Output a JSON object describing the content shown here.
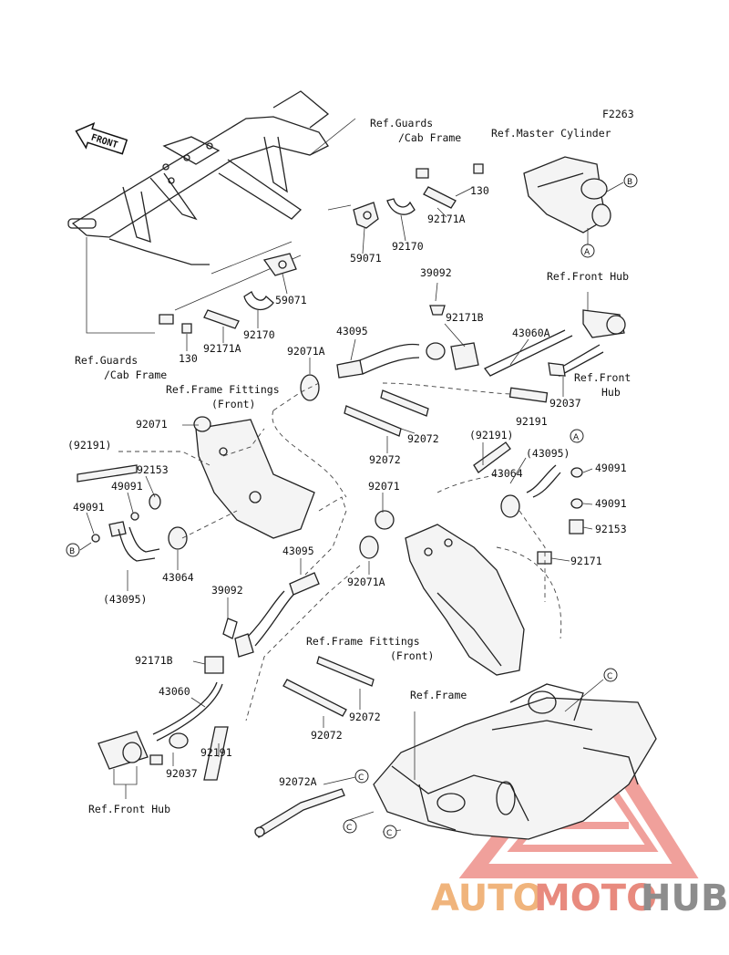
{
  "figure_code": "F2263",
  "front_marker": "FRONT",
  "callouts": {
    "A": "A",
    "B": "B",
    "C": "C"
  },
  "references": {
    "guards_cab_frame_top_1": "Ref.Guards",
    "guards_cab_frame_top_2": "/Cab Frame",
    "guards_cab_frame_left_1": "Ref.Guards",
    "guards_cab_frame_left_2": "/Cab Frame",
    "master_cylinder": "Ref.Master Cylinder",
    "front_hub_top": "Ref.Front Hub",
    "front_hub_right_1": "Ref.Front",
    "front_hub_right_2": "Hub",
    "frame_fittings_upper_1": "Ref.Frame Fittings",
    "frame_fittings_upper_2": "(Front)",
    "frame_fittings_lower_1": "Ref.Frame Fittings",
    "frame_fittings_lower_2": "(Front)",
    "frame": "Ref.Frame",
    "front_hub_bottom": "Ref.Front Hub"
  },
  "parts": {
    "p130_top": "130",
    "p92171A_top": "92171A",
    "p59071_top": "59071",
    "p92170_top": "92170",
    "p59071_mid": "59071",
    "p92170_mid": "92170",
    "p92171A_mid": "92171A",
    "p130_mid": "130",
    "p39092_top": "39092",
    "p92171B_top": "92171B",
    "p43060A": "43060A",
    "p92037_right": "92037",
    "p92191_right": "92191",
    "p43095_top": "43095",
    "p92071A_top": "92071A",
    "p92071_left": "92071",
    "p92072_a": "92072",
    "p92072_b": "92072",
    "p92191_paren_left": "(92191)",
    "p92153_left": "92153",
    "p49091_left_a": "49091",
    "p49091_left_b": "49091",
    "p43064_left": "43064",
    "p43095_paren_left": "(43095)",
    "p92191_paren_right": "(92191)",
    "p43095_paren_right": "(43095)",
    "p43064_right": "43064",
    "p49091_right_a": "49091",
    "p49091_right_b": "49091",
    "p92153_right": "92153",
    "p92171_right": "92171",
    "p92071_mid": "92071",
    "p43095_mid": "43095",
    "p92071A_mid": "92071A",
    "p39092_bottom": "39092",
    "p92171B_bottom": "92171B",
    "p43060": "43060",
    "p92191_bottom": "92191",
    "p92037_bottom": "92037",
    "p92072_c": "92072",
    "p92072_d": "92072",
    "p92072A": "92072A"
  },
  "watermark": {
    "auto": "AUTO",
    "moto": "MOTO",
    "hub": "HUB",
    "accent": "#e4544a"
  }
}
